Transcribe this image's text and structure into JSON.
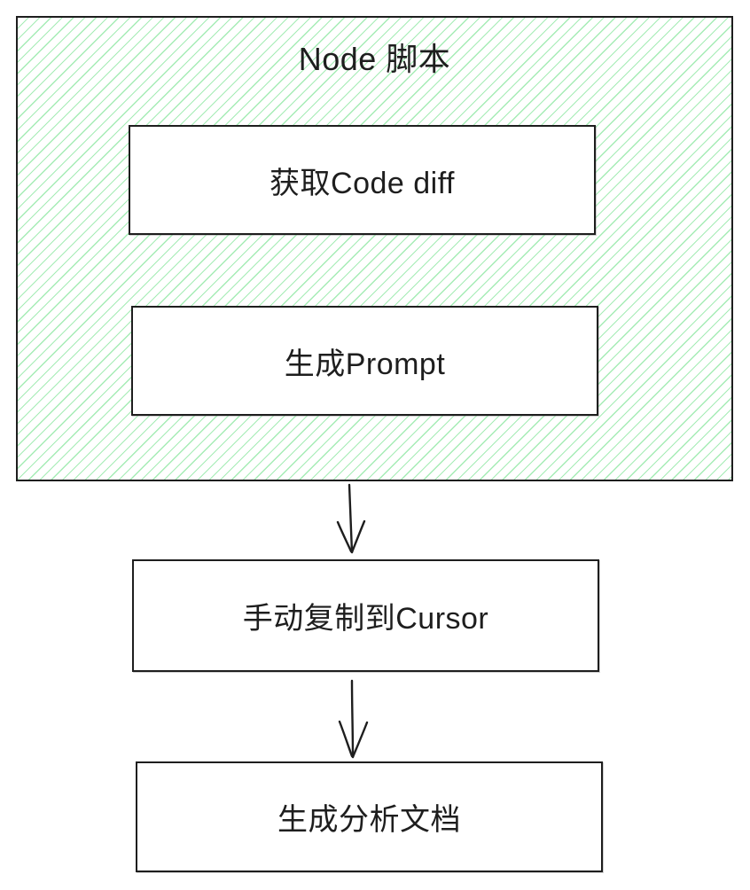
{
  "colors": {
    "stroke": "#1e1e1e",
    "hatch": "#a5ecb5",
    "fill": "#ffffff"
  },
  "diagram": {
    "type": "flowchart",
    "group": {
      "title": "Node 脚本"
    },
    "nodes": [
      {
        "id": "get-code-diff",
        "label": "获取Code diff",
        "inside_group": true
      },
      {
        "id": "generate-prompt",
        "label": "生成Prompt",
        "inside_group": true
      },
      {
        "id": "copy-to-cursor",
        "label": "手动复制到Cursor",
        "inside_group": false
      },
      {
        "id": "generate-analysis-doc",
        "label": "生成分析文档",
        "inside_group": false
      }
    ],
    "edges": [
      {
        "from": "node-script-group",
        "to": "copy-to-cursor",
        "direction": "down"
      },
      {
        "from": "copy-to-cursor",
        "to": "generate-analysis-doc",
        "direction": "down"
      }
    ]
  }
}
